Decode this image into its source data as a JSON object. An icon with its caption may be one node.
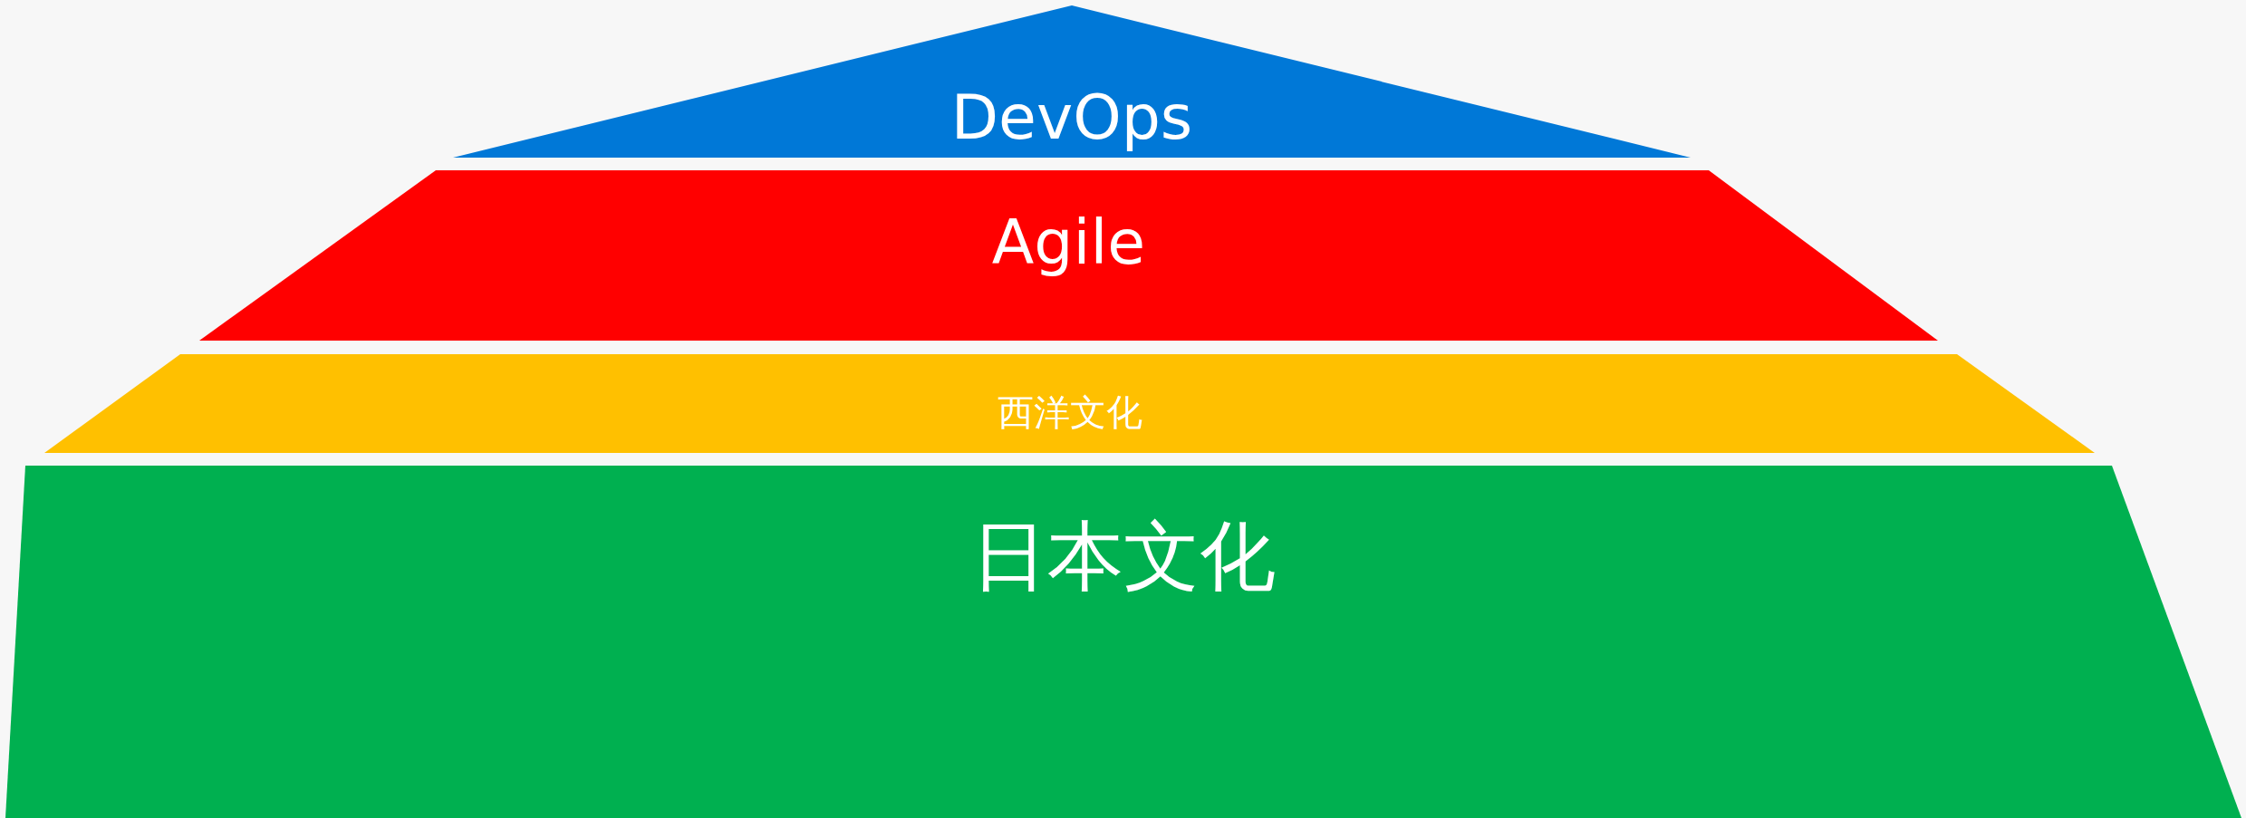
{
  "diagram": {
    "nodes": [
      {
        "text": [
          "DevOps"
        ]
      },
      {
        "text": [
          "Agile"
        ]
      },
      {
        "text": [
          "西洋文化"
        ]
      },
      {
        "text": [
          "日本文化"
        ]
      }
    ]
  }
}
